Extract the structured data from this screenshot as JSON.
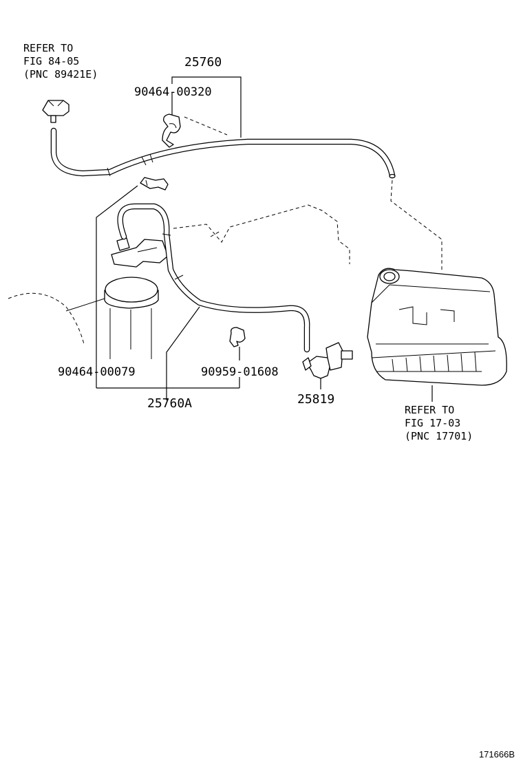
{
  "callouts": {
    "refer_84": {
      "line1": "REFER TO",
      "line2": "FIG 84-05",
      "line3": "(PNC 89421E)"
    },
    "refer_17": {
      "line1": "REFER TO",
      "line2": "FIG 17-03",
      "line3": "(PNC 17701)"
    }
  },
  "part_numbers": {
    "hose_upper": "25760",
    "clip_upper": "90464-00320",
    "clamp_lower": "90464-00079",
    "clip_small": "90959-01608",
    "hose_lower": "25760A",
    "vsv": "25819"
  },
  "illustration_code": "171666B"
}
